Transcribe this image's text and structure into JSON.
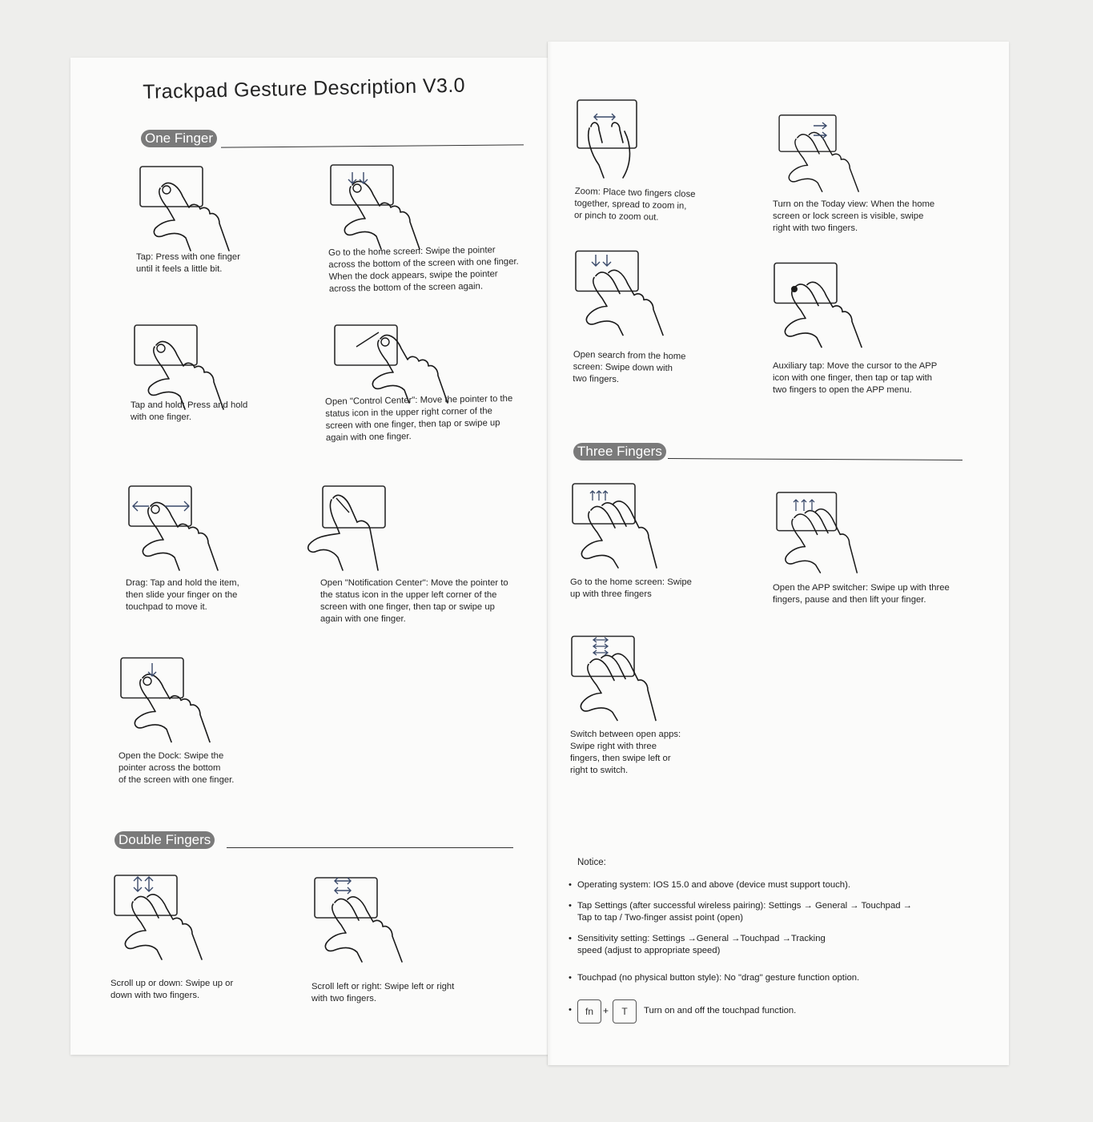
{
  "title": "Trackpad Gesture Description V3.0",
  "sections": {
    "one_finger": "One Finger",
    "double_fingers": "Double Fingers",
    "three_fingers": "Three Fingers"
  },
  "gestures": {
    "tap": "Tap: Press with one finger\nuntil it feels a little bit.",
    "home_one": "Go to the home screen: Swipe the pointer\nacross the bottom of the screen with one finger.\nWhen the dock appears, swipe the pointer\nacross the bottom of the screen again.",
    "tap_hold": "Tap and hold: Press and hold\nwith one finger.",
    "control_center": "Open \"Control Center\": Move the pointer to the\nstatus icon in the upper right corner of the\nscreen with one finger, then tap or swipe up\nagain with one finger.",
    "drag": "Drag: Tap and hold the item,\nthen slide your finger on the\ntouchpad to move it.",
    "notification_center": "Open \"Notification Center\": Move the pointer to\nthe status icon in the upper left corner of the\nscreen with one finger, then tap or swipe up\nagain with one finger.",
    "dock": "Open the Dock: Swipe the\npointer across the bottom\nof the screen with one finger.",
    "scroll_ud": "Scroll up or down: Swipe up or\ndown with two fingers.",
    "scroll_lr": "Scroll left or right: Swipe left or right\nwith two fingers.",
    "zoom": "Zoom: Place two fingers close\ntogether, spread to zoom in,\nor pinch to zoom out.",
    "today_view": "Turn on the Today view: When the home\nscreen or lock screen is visible, swipe\nright with two fingers.",
    "search": "Open search from the home\nscreen: Swipe down with\ntwo fingers.",
    "aux_tap": "Auxiliary tap: Move the cursor to the APP\nicon with one finger, then tap or tap with\ntwo fingers to open the APP menu.",
    "home_three": "Go to the home screen: Swipe\nup with three fingers",
    "app_switcher": "Open the APP switcher: Swipe up with three\nfingers, pause and then lift your finger.",
    "switch_apps": "Switch between open apps:\nSwipe right with three\nfingers, then swipe left or\nright to switch."
  },
  "notice": {
    "label": "Notice:",
    "items": [
      "Operating system: IOS 15.0 and above (device must support touch).",
      "Tap Settings (after successful wireless pairing): Settings → General → Touchpad →\nTap to tap / Two-finger assist point (open)",
      "Sensitivity setting: Settings →General →Touchpad →Tracking\nspeed (adjust to appropriate speed)",
      "Touchpad (no physical button style): No \"drag\" gesture function option."
    ],
    "key_fn": "fn",
    "key_plus": "+",
    "key_t": "T",
    "key_text": "Turn on and off the touchpad function."
  },
  "icons": [
    "tap-one-finger-icon",
    "swipe-down-one-finger-icon",
    "tap-hold-one-finger-icon",
    "control-center-swipe-icon",
    "drag-left-right-icon",
    "notification-center-swipe-icon",
    "swipe-down-dock-icon",
    "scroll-up-down-two-fingers-icon",
    "scroll-left-right-two-fingers-icon",
    "zoom-pinch-icon",
    "swipe-right-two-fingers-icon",
    "swipe-down-two-fingers-icon",
    "auxiliary-tap-two-fingers-icon",
    "swipe-up-three-fingers-icon",
    "app-switcher-three-fingers-icon",
    "switch-apps-three-fingers-icon"
  ]
}
